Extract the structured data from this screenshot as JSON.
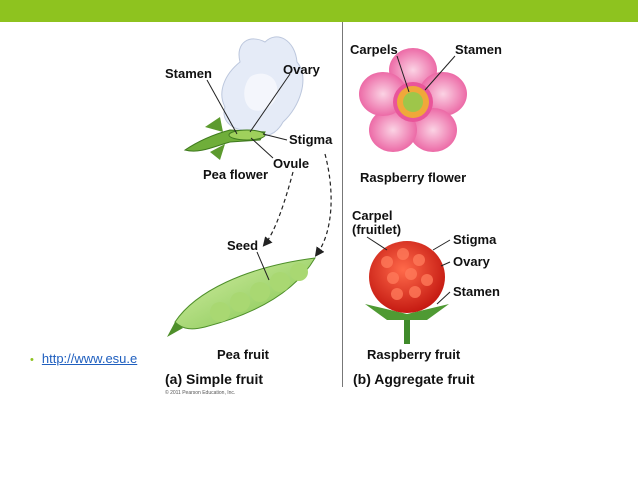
{
  "slide": {
    "accent_color": "#8ec31f",
    "link_text": "http://www.esu.e"
  },
  "figure": {
    "labels": {
      "stamen_left": "Stamen",
      "ovary_left": "Ovary",
      "stigma_left": "Stigma",
      "ovule": "Ovule",
      "pea_flower": "Pea flower",
      "seed": "Seed",
      "pea_fruit": "Pea fruit",
      "carpels": "Carpels",
      "stamen_right": "Stamen",
      "raspberry_flower": "Raspberry flower",
      "carpel": "Carpel",
      "fruitlet": "(fruitlet)",
      "stigma_right": "Stigma",
      "ovary_right": "Ovary",
      "stamen_fruit": "Stamen",
      "raspberry_fruit": "Raspberry fruit"
    },
    "captions": {
      "a": "(a) Simple fruit",
      "b": "(b) Aggregate fruit"
    },
    "copyright": "© 2011 Pearson Education, Inc."
  }
}
